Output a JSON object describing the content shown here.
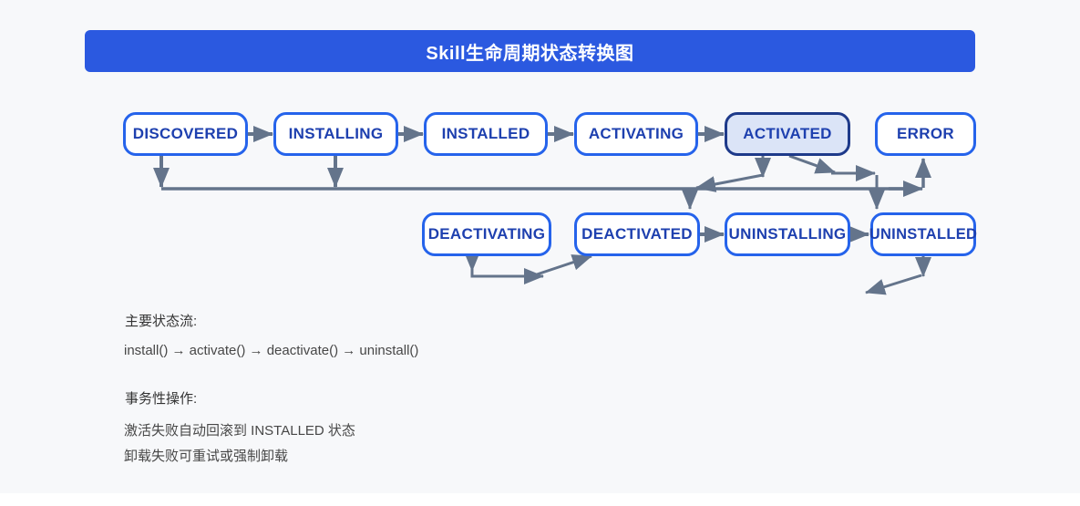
{
  "header": {
    "title": "Skill生命周期状态转换图",
    "bg_color": "#2b59e0",
    "text_color": "#ffffff"
  },
  "diagram": {
    "row1": [
      {
        "label": "DISCOVERED",
        "highlighted": false
      },
      {
        "label": "INSTALLING",
        "highlighted": false
      },
      {
        "label": "INSTALLED",
        "highlighted": false
      },
      {
        "label": "ACTIVATING",
        "highlighted": false
      },
      {
        "label": "ACTIVATED",
        "highlighted": true
      },
      {
        "label": "ERROR",
        "highlighted": false
      }
    ],
    "row2": [
      {
        "label": "DEACTIVATING",
        "highlighted": false
      },
      {
        "label": "DEACTIVATED",
        "highlighted": false
      },
      {
        "label": "UNINSTALLING",
        "highlighted": false
      },
      {
        "label": "UNINSTALLED",
        "highlighted": false
      }
    ],
    "colors": {
      "node_background": "#ffffff",
      "node_border": "#2563eb",
      "node_text": "#1e40af",
      "highlight_background": "#dbe4f7",
      "highlight_border": "#1e3a8a",
      "arrow": "#64748b"
    }
  },
  "notes": {
    "main_flow_label": "主要状态流:",
    "main_flow": "install() → activate() → deactivate() → uninstall()",
    "transactional_label": "事务性操作:",
    "transactional_lines": [
      "激活失败自动回滚到 INSTALLED 状态",
      "卸载失败可重试或强制卸载"
    ]
  }
}
